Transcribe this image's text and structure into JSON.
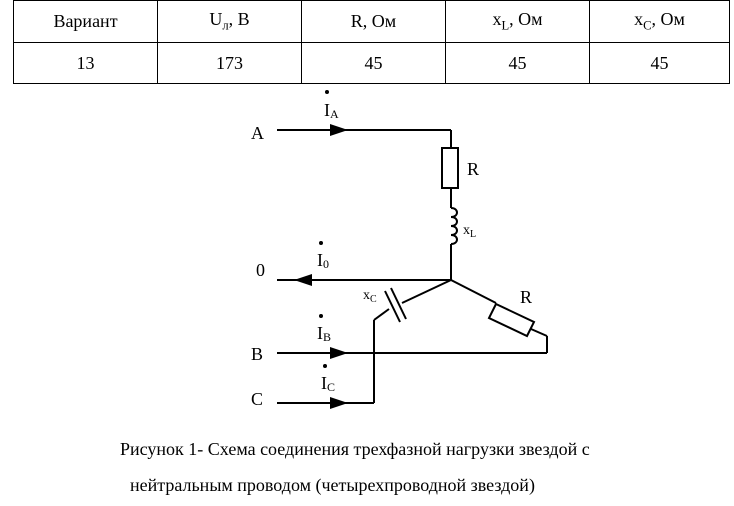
{
  "table": {
    "headers": [
      {
        "main": "Вариант",
        "sub": "",
        "suffix": ""
      },
      {
        "main": "U",
        "sub": "л",
        "suffix": ", В"
      },
      {
        "main": "R, Ом",
        "sub": "",
        "suffix": ""
      },
      {
        "main": "x",
        "sub": "L",
        "suffix": ", Ом"
      },
      {
        "main": "x",
        "sub": "C",
        "suffix": ", Ом"
      }
    ],
    "row": [
      "13",
      "173",
      "45",
      "45",
      "45"
    ]
  },
  "diagram": {
    "nodes": {
      "A": "A",
      "zero": "0",
      "B": "B",
      "C": "C"
    },
    "currents": {
      "IA": {
        "main": "I",
        "sub": "A"
      },
      "I0": {
        "main": "I",
        "sub": "0"
      },
      "IB": {
        "main": "I",
        "sub": "B"
      },
      "IC": {
        "main": "I",
        "sub": "C"
      }
    },
    "components": {
      "R_phaseA": "R",
      "xL": {
        "main": "x",
        "sub": "L"
      },
      "xC": {
        "main": "x",
        "sub": "C"
      },
      "R_phaseB": "R"
    }
  },
  "caption": {
    "line1": "Рисунок 1- Схема соединения трехфазной нагрузки звездой с",
    "line2": "нейтральным проводом (четырехпроводной звездой)"
  }
}
